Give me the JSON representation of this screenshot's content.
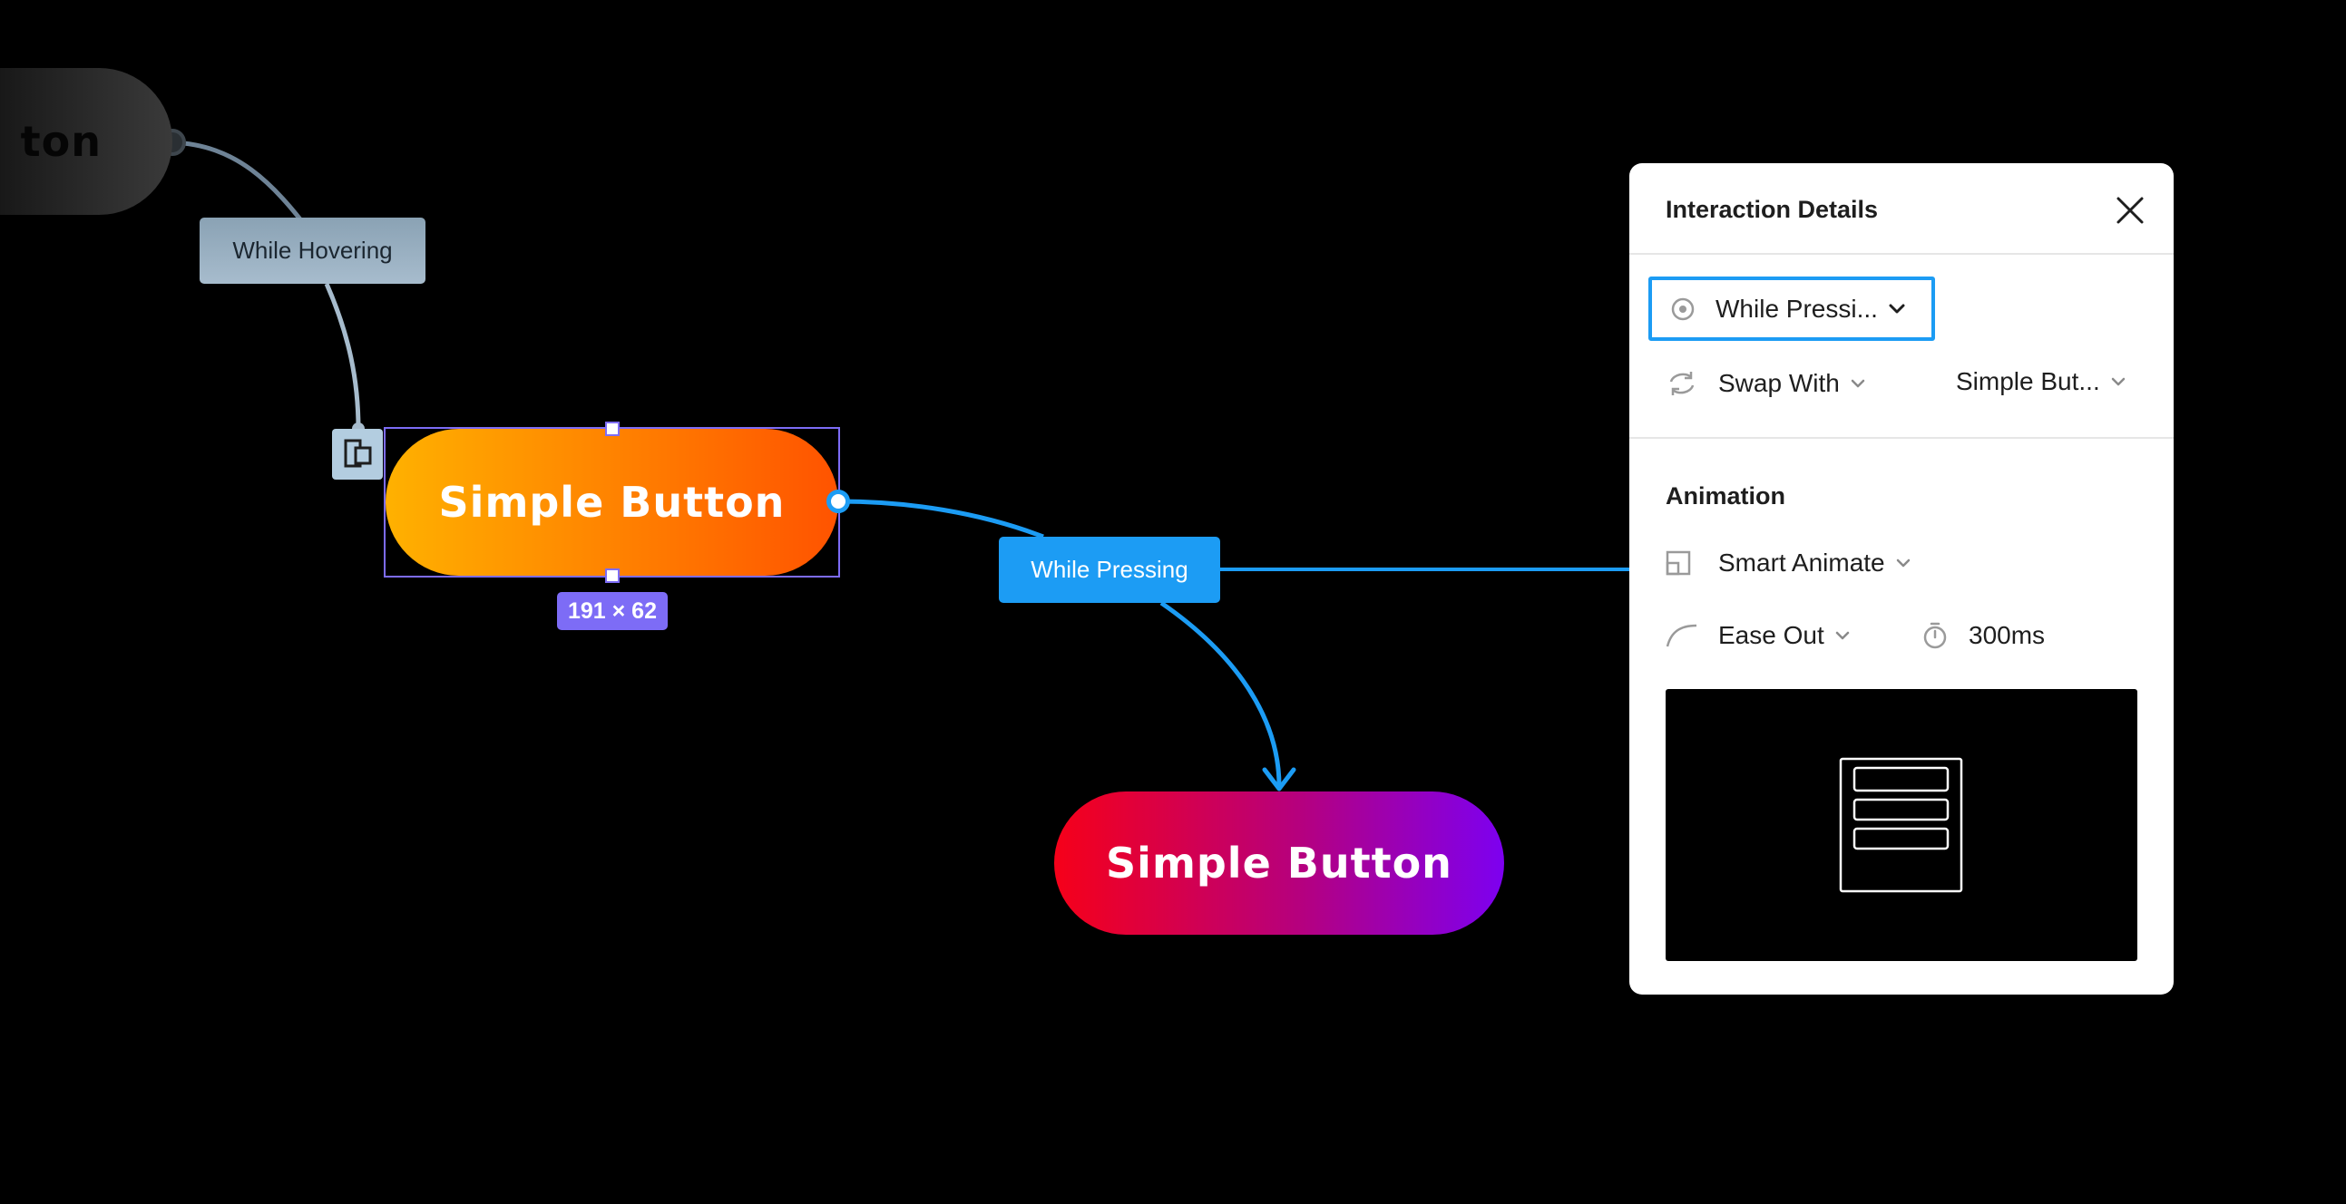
{
  "canvas": {
    "ghost_button_label": "ton",
    "hover_tag": "While Hovering",
    "press_tag": "While Pressing",
    "main_button_label": "Simple Button",
    "target_button_label": "Simple Button",
    "size_badge": "191 × 62"
  },
  "panel": {
    "title": "Interaction Details",
    "trigger": {
      "icon": "target-icon",
      "value": "While Pressi..."
    },
    "action": {
      "icon": "swap-icon",
      "value": "Swap With"
    },
    "destination": {
      "value": "Simple But..."
    },
    "animation_title": "Animation",
    "animation": {
      "icon": "smart-animate-icon",
      "value": "Smart Animate"
    },
    "easing": {
      "icon": "ease-curve-icon",
      "value": "Ease Out"
    },
    "duration": {
      "icon": "timer-icon",
      "value": "300ms"
    }
  },
  "colors": {
    "accent_blue": "#1c9cf4",
    "selection_purple": "#7d6cf6",
    "hover_tag": "#a7bccd",
    "main_button_start": "#ffb100",
    "main_button_end": "#ff5300",
    "target_button_start": "#f60019",
    "target_button_end": "#7d00f0"
  }
}
